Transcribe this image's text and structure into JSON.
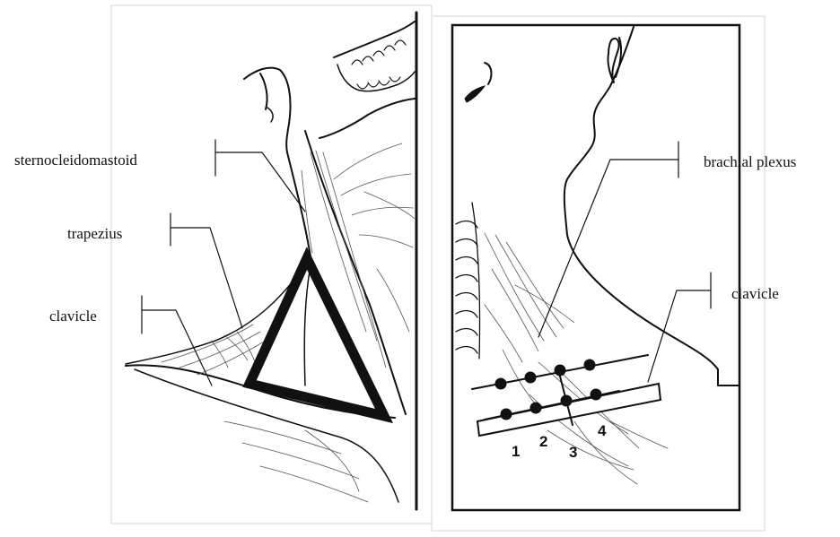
{
  "left_panel": {
    "labels": {
      "sternocleidomastoid": "sternocleidomastoid",
      "trapezius": "trapezius",
      "clavicle": "clavicle"
    }
  },
  "right_panel": {
    "labels": {
      "brachial_plexus": "brachial plexus",
      "clavicle": "clavicle"
    },
    "injection_point_numbers": [
      "1",
      "2",
      "3",
      "4"
    ]
  },
  "colors": {
    "ink": "#111111",
    "frame": "#cccccc"
  }
}
